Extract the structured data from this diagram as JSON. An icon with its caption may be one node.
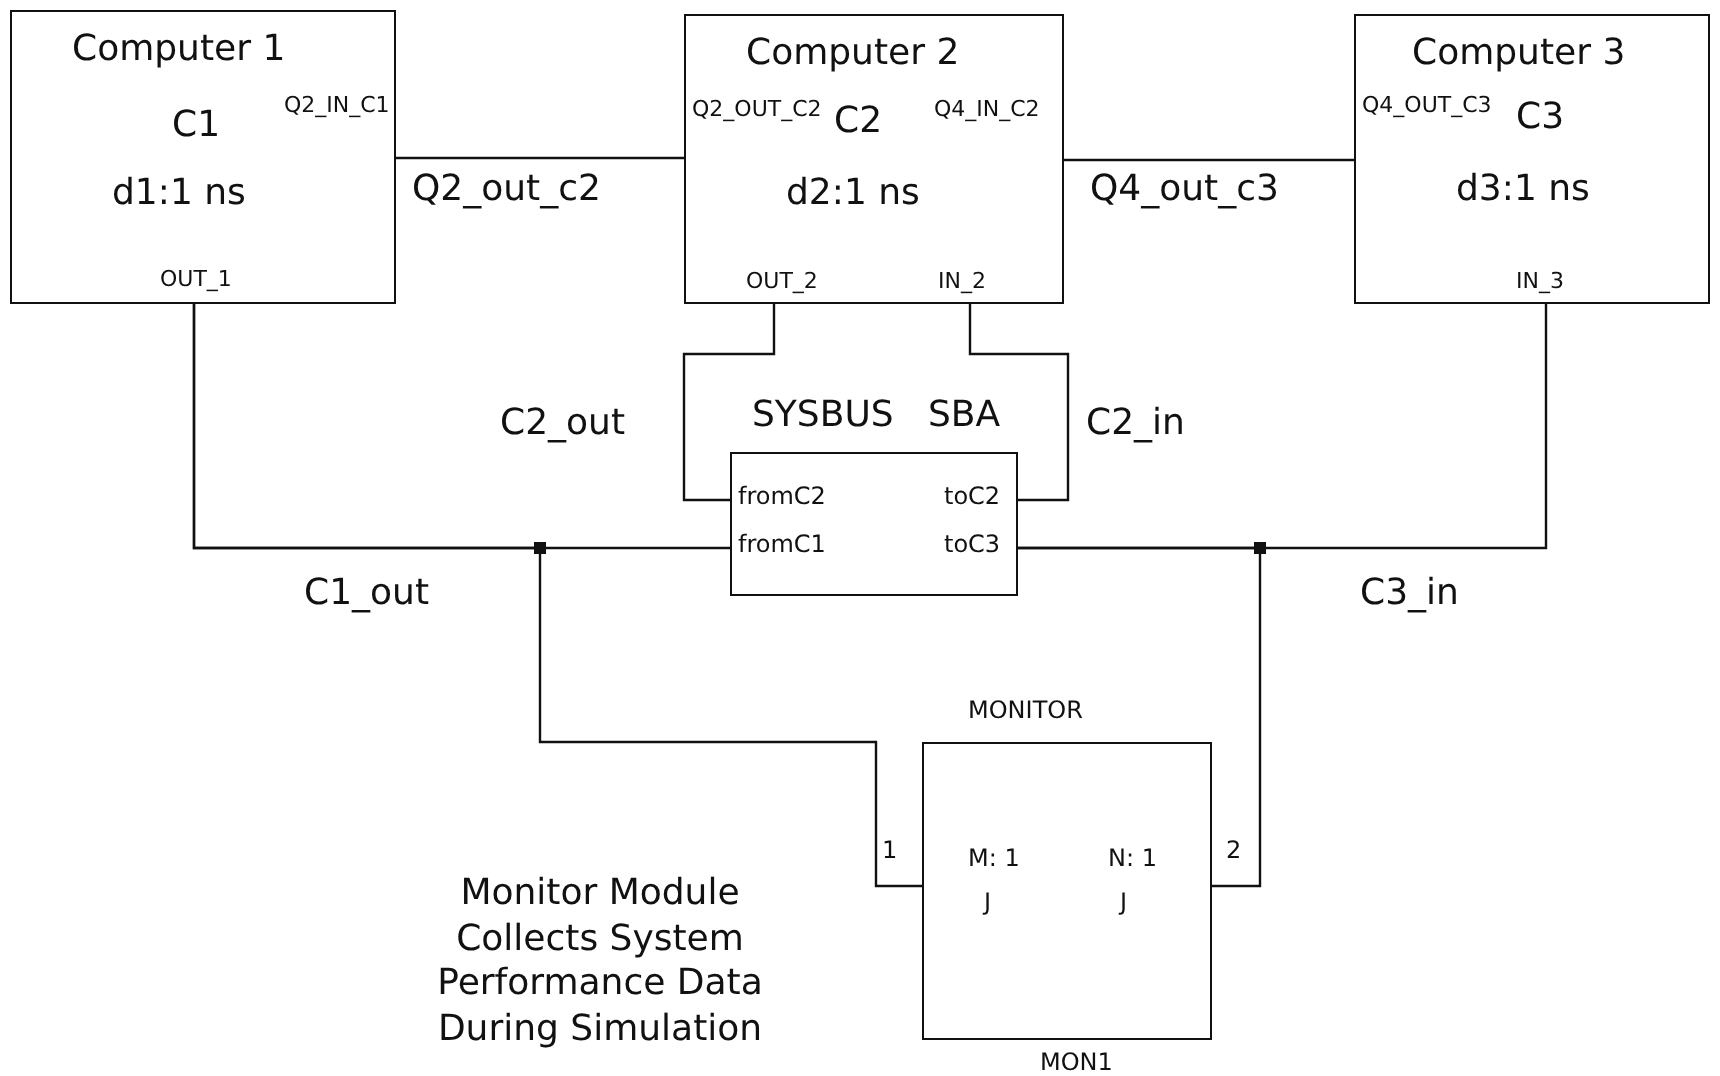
{
  "diagram": {
    "nodes": [
      {
        "text": [
          "Computer 1",
          "C1",
          "d1:1 ns",
          "Q2_IN_C1",
          "OUT_1"
        ]
      },
      {
        "text": [
          "Computer 2",
          "C2",
          "d2:1 ns",
          "Q2_OUT_C2",
          "Q4_IN_C2",
          "OUT_2",
          "IN_2"
        ]
      },
      {
        "text": [
          "Computer 3",
          "C3",
          "d3:1 ns",
          "Q4_OUT_C3",
          "IN_3"
        ]
      },
      {
        "text": [
          "SYSBUS",
          "SBA",
          "fromC2",
          "toC2",
          "fromC1",
          "toC3"
        ]
      },
      {
        "text": [
          "MONITOR",
          "M: 1",
          "J",
          "N: 1",
          "J",
          "MON1"
        ]
      }
    ],
    "edges": [
      {
        "from": 0,
        "to": 1,
        "arrow": "none",
        "label": "Q2_out_c2"
      },
      {
        "from": 1,
        "to": 2,
        "arrow": "none",
        "label": "Q4_out_c3"
      },
      {
        "from": 1,
        "to": 3,
        "arrow": "none",
        "label": "C2_out"
      },
      {
        "from": 3,
        "to": 1,
        "arrow": "none",
        "label": "C2_in"
      },
      {
        "from": 0,
        "to": 3,
        "arrow": "none",
        "label": "C1_out"
      },
      {
        "from": 0,
        "to": 4,
        "arrow": "none"
      },
      {
        "from": 3,
        "to": 2,
        "arrow": "none",
        "label": "C3_in"
      },
      {
        "from": 3,
        "to": 4,
        "arrow": "none"
      }
    ],
    "labels": [
      "1",
      "2",
      "Monitor Module Collects System Performance Data During Simulation"
    ]
  }
}
